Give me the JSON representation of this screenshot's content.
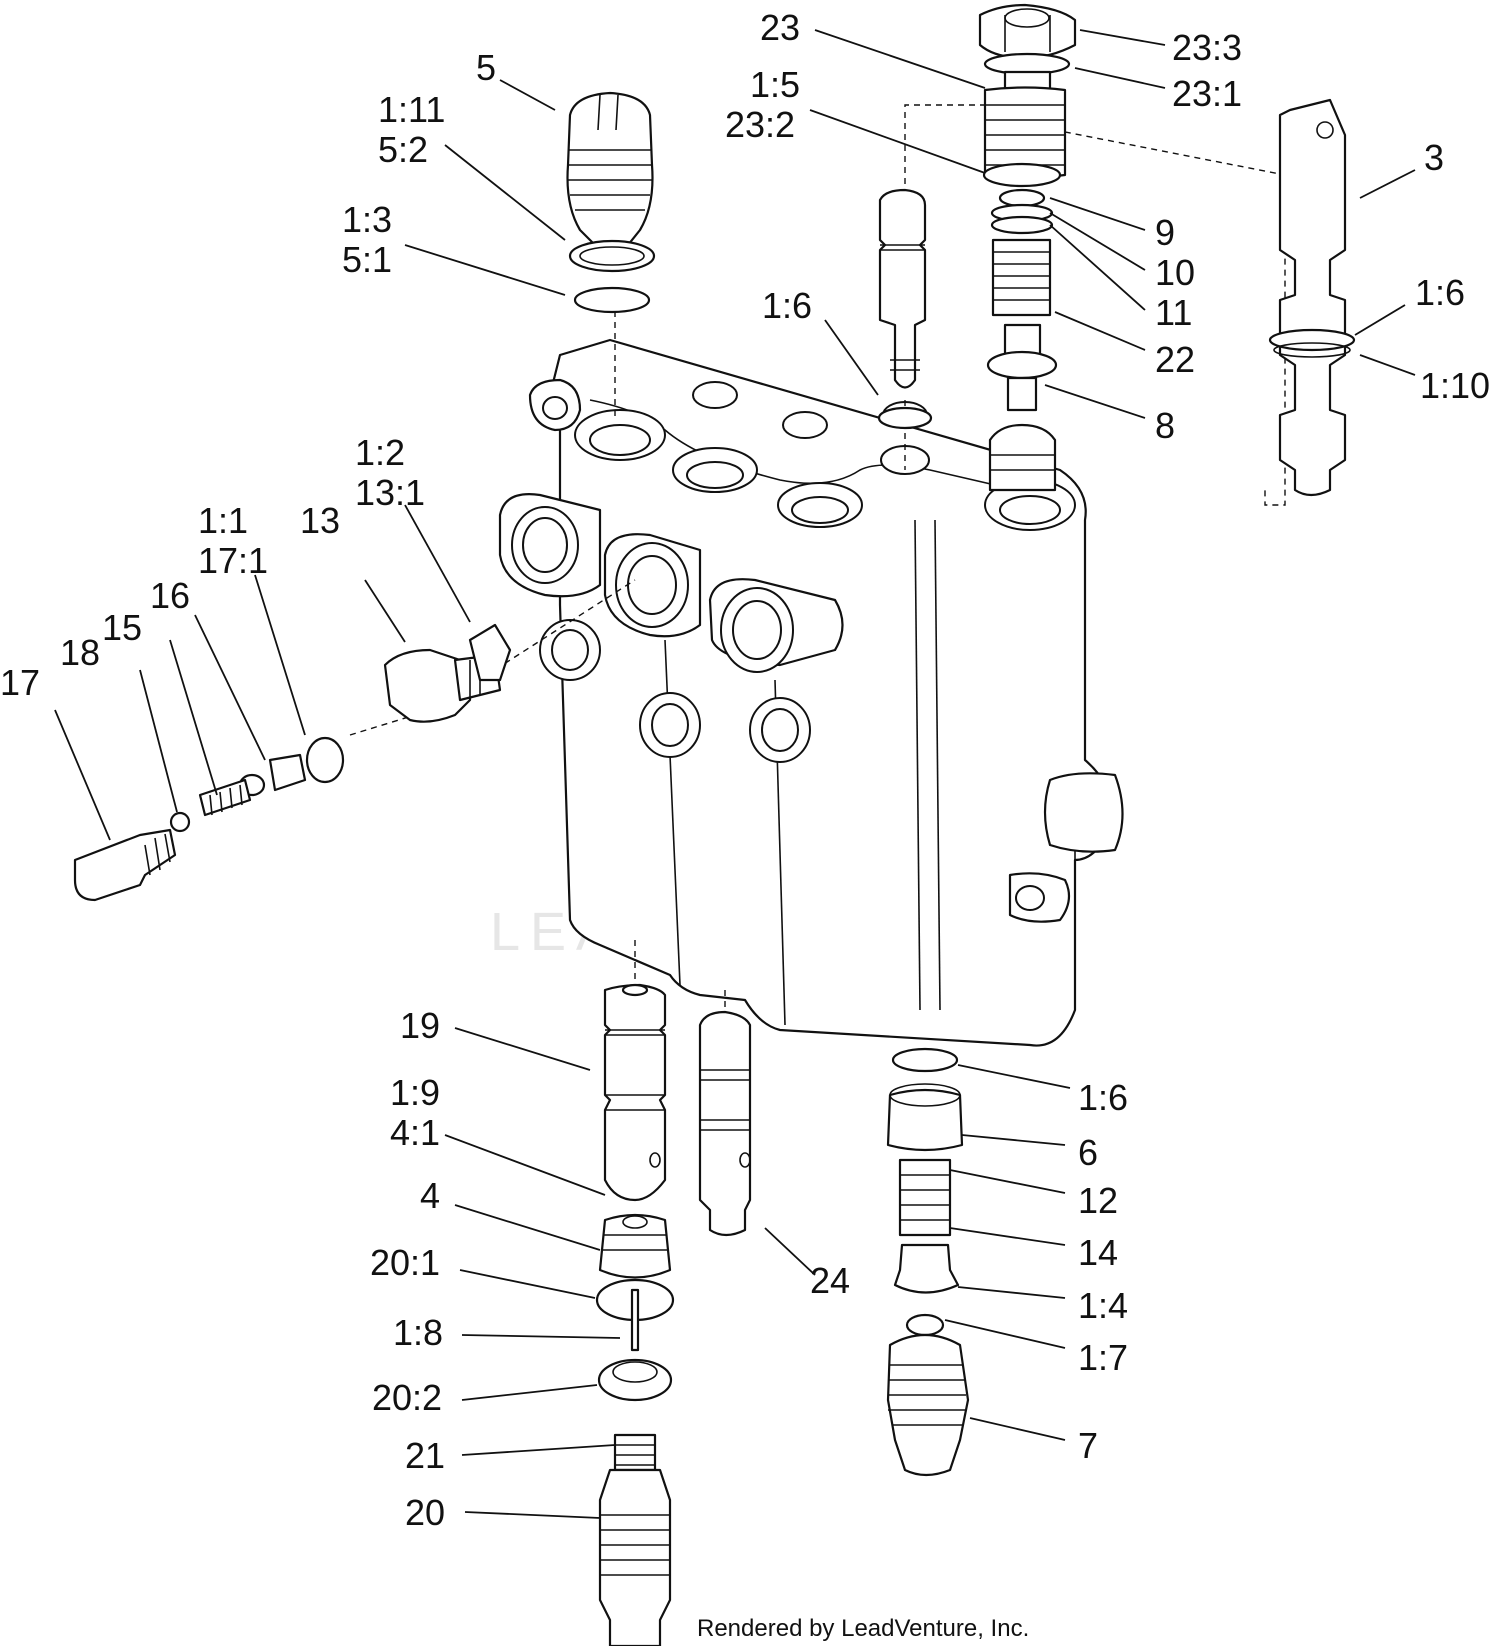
{
  "watermark": {
    "brand": "LEADVENTURE",
    "credit": "Rendered by LeadVenture, Inc."
  },
  "colors": {
    "ink": "#111111",
    "paper": "#ffffff",
    "watermark": "#e6e6e6"
  },
  "callouts": [
    "23",
    "23:3",
    "23:1",
    "1:5",
    "23:2",
    "5",
    "1:11",
    "5:2",
    "1:3",
    "5:1",
    "3",
    "9",
    "10",
    "11",
    "1:6",
    "1:6",
    "22",
    "1:10",
    "8",
    "1:2",
    "13:1",
    "1:1",
    "17:1",
    "13",
    "16",
    "15",
    "18",
    "17",
    "19",
    "1:9",
    "4:1",
    "4",
    "20:1",
    "1:8",
    "20:2",
    "21",
    "20",
    "24",
    "1:6",
    "6",
    "12",
    "14",
    "1:4",
    "1:7",
    "7"
  ]
}
